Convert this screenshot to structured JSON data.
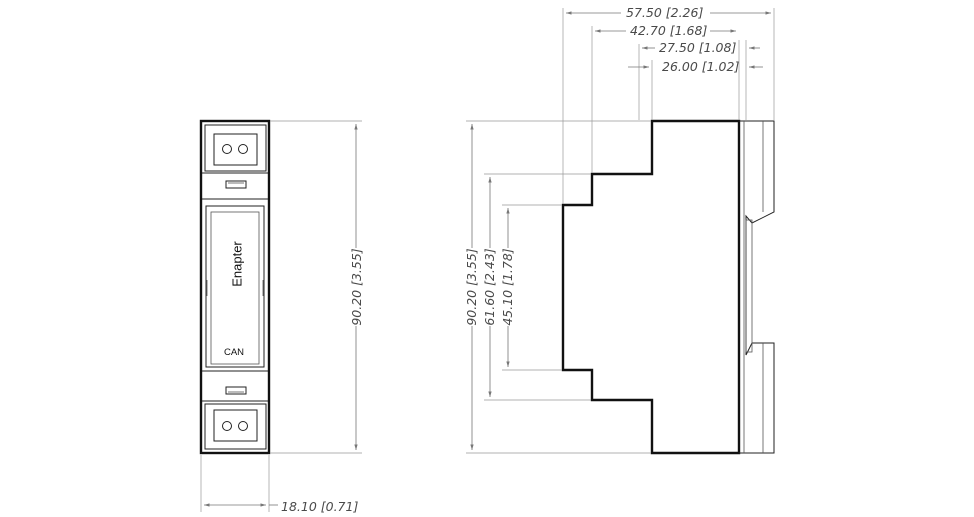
{
  "front_view": {
    "brand_label": "Enapter",
    "port_label": "CAN"
  },
  "dimensions": {
    "front_height": "90.20 [3.55]",
    "front_width": "18.10 [0.71]",
    "side_depth_overall": "57.50 [2.26]",
    "side_depth_step1": "42.70 [1.68]",
    "side_depth_step2": "27.50 [1.08]",
    "side_depth_step3": "26.00 [1.02]",
    "side_height": "90.20 [3.55]",
    "side_height_mid": "61.60 [2.43]",
    "side_height_inner": "45.10 [1.78]"
  },
  "colors": {
    "outline": "#111111",
    "dimension_line": "#777777",
    "dimension_text": "#4a4a4a",
    "background": "#ffffff"
  }
}
